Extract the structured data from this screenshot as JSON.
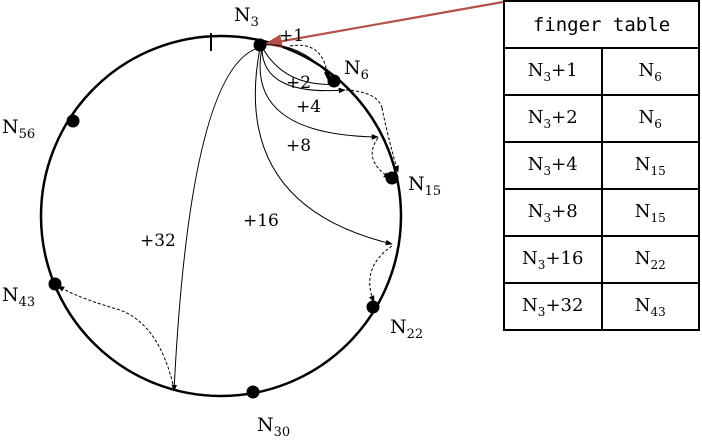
{
  "ring": {
    "nodes": [
      {
        "id": "n3",
        "base": "N",
        "sub": "3"
      },
      {
        "id": "n6",
        "base": "N",
        "sub": "6"
      },
      {
        "id": "n15",
        "base": "N",
        "sub": "15"
      },
      {
        "id": "n22",
        "base": "N",
        "sub": "22"
      },
      {
        "id": "n30",
        "base": "N",
        "sub": "30"
      },
      {
        "id": "n43",
        "base": "N",
        "sub": "43"
      },
      {
        "id": "n56",
        "base": "N",
        "sub": "56"
      }
    ],
    "fingers": [
      "+1",
      "+2",
      "+4",
      "+8",
      "+16",
      "+32"
    ]
  },
  "finger_table": {
    "title": "finger table",
    "rows": [
      {
        "start_base": "N",
        "start_sub": "3",
        "start_suffix": "+1",
        "succ_base": "N",
        "succ_sub": "6"
      },
      {
        "start_base": "N",
        "start_sub": "3",
        "start_suffix": "+2",
        "succ_base": "N",
        "succ_sub": "6"
      },
      {
        "start_base": "N",
        "start_sub": "3",
        "start_suffix": "+4",
        "succ_base": "N",
        "succ_sub": "15"
      },
      {
        "start_base": "N",
        "start_sub": "3",
        "start_suffix": "+8",
        "succ_base": "N",
        "succ_sub": "15"
      },
      {
        "start_base": "N",
        "start_sub": "3",
        "start_suffix": "+16",
        "succ_base": "N",
        "succ_sub": "22"
      },
      {
        "start_base": "N",
        "start_sub": "3",
        "start_suffix": "+32",
        "succ_base": "N",
        "succ_sub": "43"
      }
    ]
  },
  "colors": {
    "pointer_arrow": "#b5504a",
    "stroke": "#000000"
  }
}
